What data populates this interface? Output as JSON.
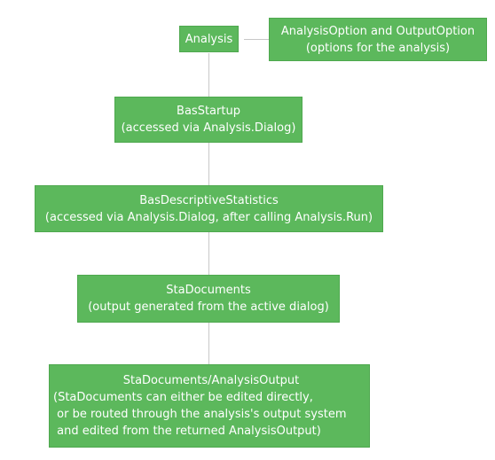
{
  "diagram": {
    "colors": {
      "node_fill": "#5cb85c",
      "node_text": "#ffffff",
      "connector": "#c8c8c8"
    },
    "nodes": {
      "analysis": {
        "title": "Analysis"
      },
      "analysis_option": {
        "line1": "AnalysisOption and OutputOption",
        "line2": "(options for the analysis)"
      },
      "bas_startup": {
        "line1": "BasStartup",
        "line2": "(accessed via Analysis.Dialog)"
      },
      "bas_descriptive": {
        "line1": "BasDescriptiveStatistics",
        "line2": "(accessed via Analysis.Dialog, after calling Analysis.Run)"
      },
      "sta_documents": {
        "line1": "StaDocuments",
        "line2": "(output generated from the active dialog)"
      },
      "analysis_output": {
        "line1": "StaDocuments/AnalysisOutput",
        "line2": "(StaDocuments can either be edited directly,",
        "line3": " or be routed through the analysis's output system",
        "line4": " and edited from the returned AnalysisOutput)"
      }
    }
  }
}
